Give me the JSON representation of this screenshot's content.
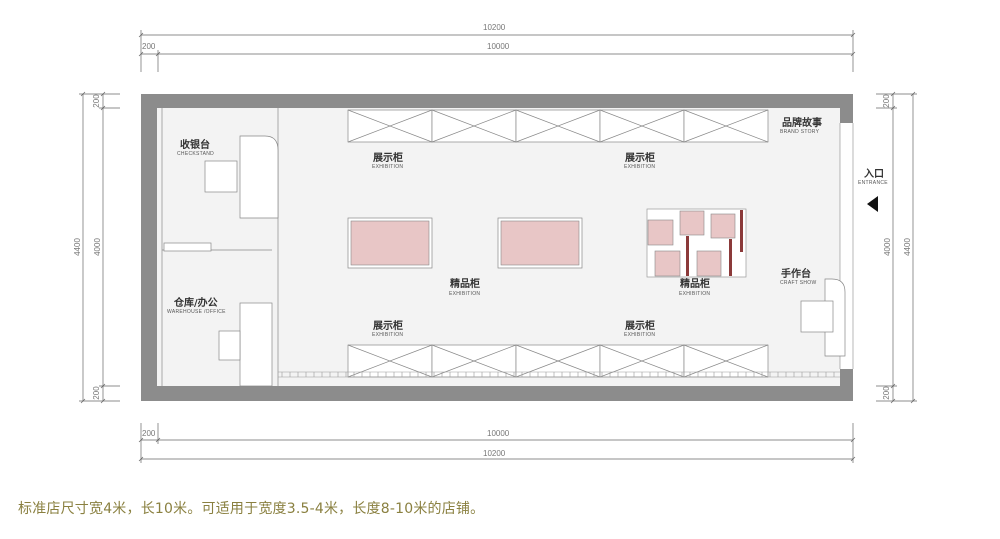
{
  "dimensions": {
    "top_overall": "10200",
    "top_wall": "200",
    "top_inner": "10000",
    "bottom_wall": "200",
    "bottom_inner": "10000",
    "bottom_overall": "10200",
    "left_overall": "4400",
    "left_inner": "4000",
    "left_wall_top": "200",
    "left_wall_bottom": "200",
    "right_overall": "4400",
    "right_inner": "4000",
    "right_wall_top": "200",
    "right_wall_bottom": "200"
  },
  "zones": {
    "checkstand": {
      "cn": "收银台",
      "en": "CHECKSTAND"
    },
    "warehouse": {
      "cn": "仓库/办公",
      "en": "WAREHOUSE /OFFICE"
    },
    "exhibition_top_left": {
      "cn": "展示柜",
      "en": "EXHIBITION"
    },
    "exhibition_top_right": {
      "cn": "展示柜",
      "en": "EXHIBITION"
    },
    "exhibition_bottom_left": {
      "cn": "展示柜",
      "en": "EXHIBITION"
    },
    "exhibition_bottom_right": {
      "cn": "展示柜",
      "en": "EXHIBITION"
    },
    "boutique_center": {
      "cn": "精品柜",
      "en": "EXHIBITION"
    },
    "boutique_right": {
      "cn": "精品柜",
      "en": "EXHIBITION"
    },
    "brand_story": {
      "cn": "品牌故事",
      "en": "BRAND STORY"
    },
    "entrance": {
      "cn": "入口",
      "en": "ENTRANCE"
    },
    "craft_show": {
      "cn": "手作台",
      "en": "CRAFT SHOW"
    }
  },
  "caption": "标准店尺寸宽4米，长10米。可适用于宽度3.5-4米，长度8-10米的店铺。",
  "colors": {
    "wall": "#8c8c8c",
    "floor": "#f3f3f3",
    "cabinet_fill": "#e8c6c6",
    "accent_bar": "#8b3a3a",
    "caption": "#8a8040"
  }
}
